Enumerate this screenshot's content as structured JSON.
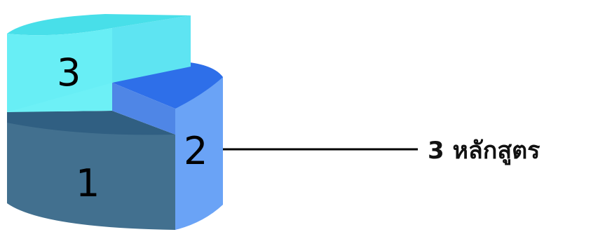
{
  "segments": [
    {
      "label": "1",
      "color": "#3f6b8d"
    },
    {
      "label": "2",
      "color": "#5f97f0"
    },
    {
      "label": "3",
      "color": "#64eaf3"
    }
  ],
  "callout": {
    "text": "3 หลักสูตร"
  }
}
